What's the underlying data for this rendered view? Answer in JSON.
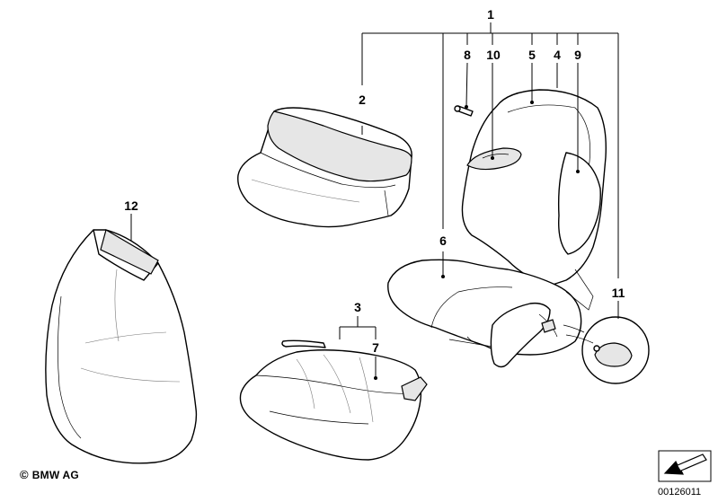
{
  "callouts": [
    {
      "id": "c1",
      "label": "1"
    },
    {
      "id": "c2",
      "label": "2"
    },
    {
      "id": "c3",
      "label": "3"
    },
    {
      "id": "c4",
      "label": "4"
    },
    {
      "id": "c5",
      "label": "5"
    },
    {
      "id": "c6",
      "label": "6"
    },
    {
      "id": "c7",
      "label": "7"
    },
    {
      "id": "c8",
      "label": "8"
    },
    {
      "id": "c9",
      "label": "9"
    },
    {
      "id": "c10",
      "label": "10"
    },
    {
      "id": "c11",
      "label": "11"
    },
    {
      "id": "c12",
      "label": "12"
    }
  ],
  "copyright": {
    "symbol": "©",
    "text": "BMW AG"
  },
  "diagram_id": "00126011"
}
